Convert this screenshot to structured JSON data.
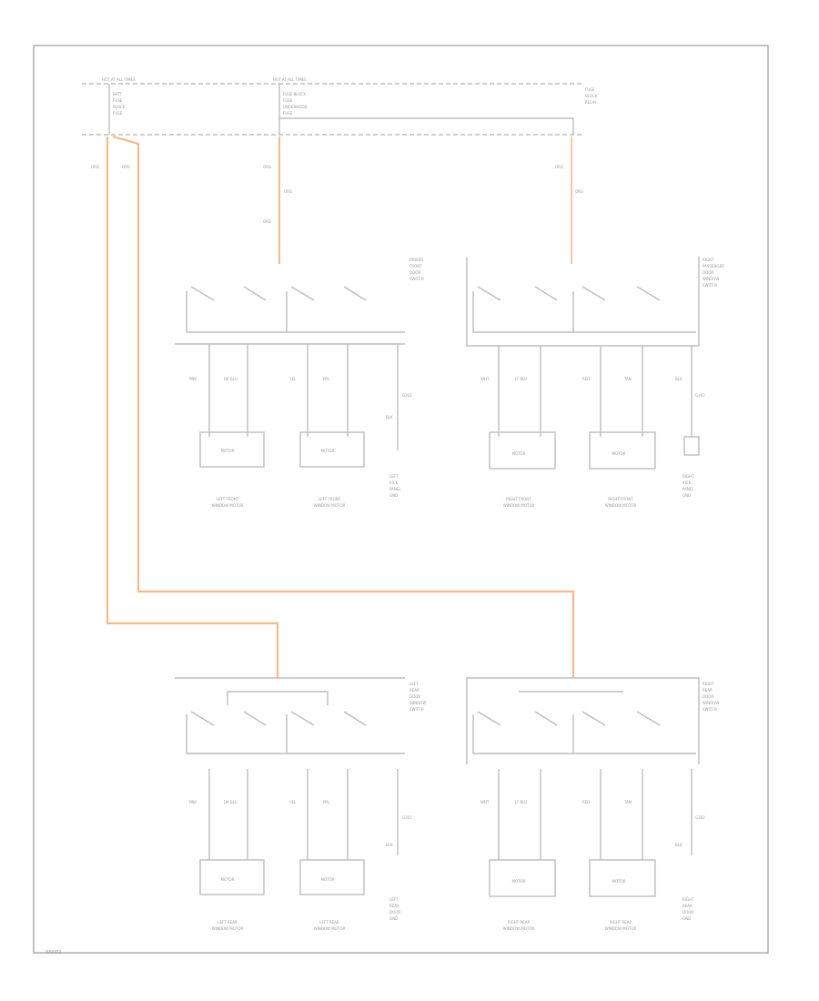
{
  "diagram": {
    "page_id": "W0001",
    "top_bus": {
      "source_left_title": "HOT AT ALL TIMES",
      "source_left_lines": [
        "BATT",
        "FUSE",
        "BLOCK",
        "FUSE"
      ],
      "source_mid_title": "HOT AT ALL TIMES",
      "source_mid_lines": [
        "FUSE BLOCK",
        "FUSE",
        "UNDERHOOD",
        "FUSE"
      ],
      "right_label_lines": [
        "FUSE",
        "BLOCK",
        "RELAY"
      ],
      "wire_codes": [
        "ORG",
        "ORG"
      ],
      "mid_drop_codes": [
        "ORG",
        "ORG",
        "ORG"
      ],
      "right_drop_codes": [
        "ORG",
        "ORG"
      ]
    },
    "modules": [
      {
        "id": "driver-front",
        "label_lines": [
          "DRIVER",
          "FRONT",
          "DOOR",
          "SWITCH"
        ],
        "pin_wire_codes": [
          "PNK",
          "DK BLU",
          "YEL",
          "PPL",
          "BLK"
        ],
        "ground_label": "G201",
        "motor_labels": [
          "MOTOR",
          "MOTOR"
        ],
        "motor_captions": [
          [
            "LEFT FRONT",
            "WINDOW MOTOR"
          ],
          [
            "LEFT FRONT",
            "WINDOW MOTOR"
          ]
        ],
        "ground_lines": [
          "LEFT",
          "KICK",
          "PANEL",
          "GND"
        ]
      },
      {
        "id": "passenger-front",
        "label_lines": [
          "RIGHT",
          "PASSENGER",
          "DOOR",
          "WINDOW",
          "SWITCH"
        ],
        "pin_wire_codes": [
          "WHT",
          "LT BLU",
          "RED",
          "TAN",
          "BLK"
        ],
        "ground_label": "G202",
        "motor_labels": [
          "MOTOR",
          "MOTOR"
        ],
        "motor_captions": [
          [
            "RIGHT FRONT",
            "WINDOW MOTOR"
          ],
          [
            "RIGHT FRONT",
            "WINDOW MOTOR"
          ]
        ],
        "ground_lines": [
          "RIGHT",
          "KICK",
          "PANEL",
          "GND"
        ]
      },
      {
        "id": "left-rear",
        "label_lines": [
          "LEFT",
          "REAR",
          "DOOR",
          "WINDOW",
          "SWITCH"
        ],
        "pin_wire_codes": [
          "PNK",
          "DK BLU",
          "YEL",
          "PPL",
          "BLK"
        ],
        "ground_label": "G301",
        "motor_labels": [
          "MOTOR",
          "MOTOR"
        ],
        "motor_captions": [
          [
            "LEFT REAR",
            "WINDOW MOTOR"
          ],
          [
            "LEFT REAR",
            "WINDOW MOTOR"
          ]
        ],
        "ground_lines": [
          "LEFT",
          "REAR",
          "DOOR",
          "GND"
        ]
      },
      {
        "id": "right-rear",
        "label_lines": [
          "RIGHT",
          "REAR",
          "DOOR",
          "WINDOW",
          "SWITCH"
        ],
        "pin_wire_codes": [
          "WHT",
          "LT BLU",
          "RED",
          "TAN",
          "BLK"
        ],
        "ground_label": "G302",
        "motor_labels": [
          "MOTOR",
          "MOTOR"
        ],
        "motor_captions": [
          [
            "RIGHT REAR",
            "WINDOW MOTOR"
          ],
          [
            "RIGHT REAR",
            "WINDOW MOTOR"
          ]
        ],
        "ground_lines": [
          "RIGHT",
          "REAR",
          "DOOR",
          "GND"
        ]
      }
    ],
    "wire_colors": {
      "orange": "#f7b88a",
      "pink": "#f4a0b8",
      "blue": "#7f86e8",
      "yellow": "#f0e0a0",
      "violet": "#e58ce8",
      "white": "#e6e6e6",
      "light_blue": "#b7bcf0",
      "red": "#e8607e",
      "tan": "#f5c692",
      "black": "#9a9a9a"
    }
  }
}
